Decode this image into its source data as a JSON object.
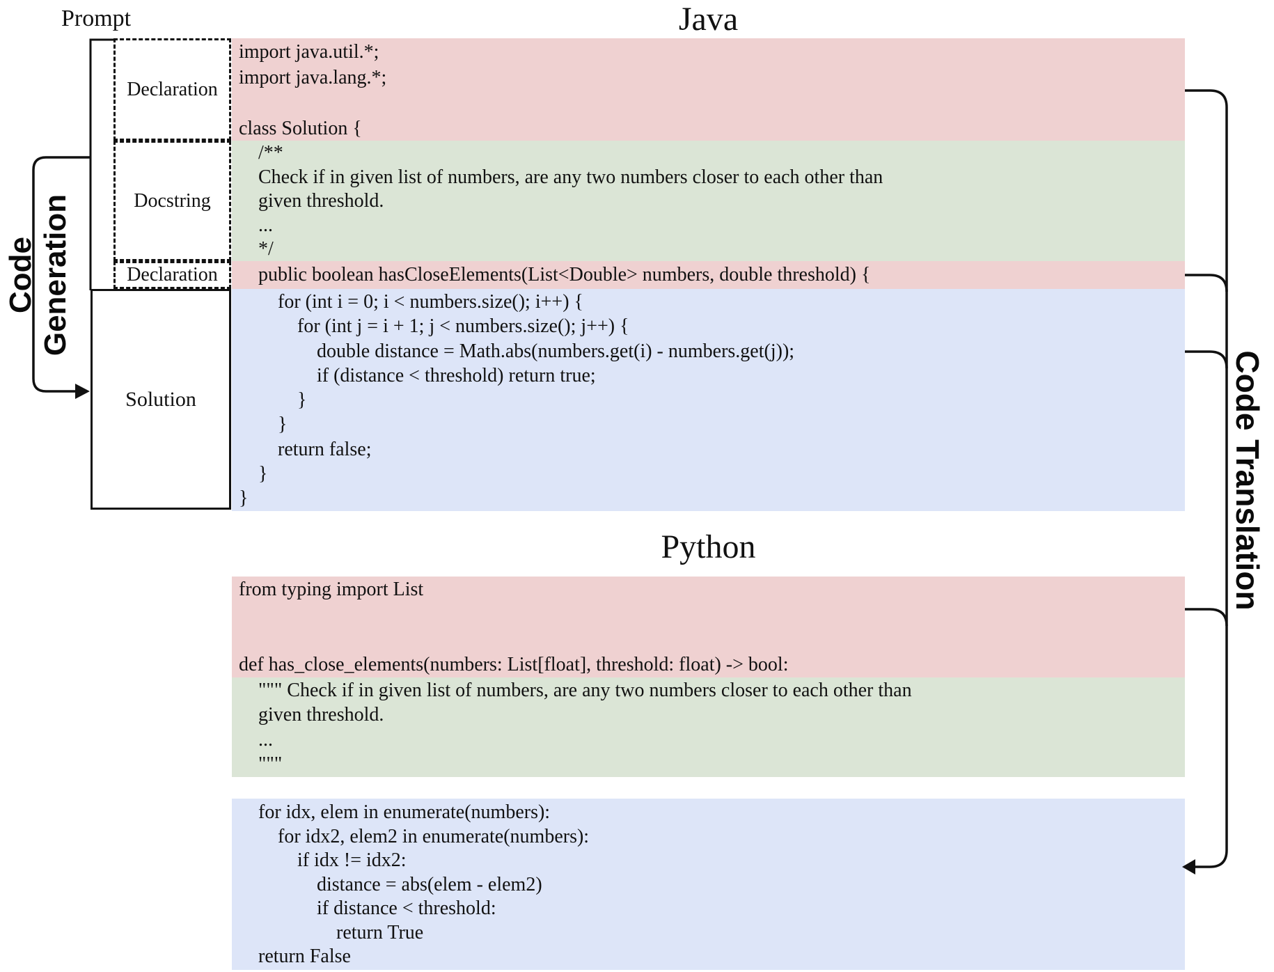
{
  "titles": {
    "java": "Java",
    "python": "Python"
  },
  "labels": {
    "prompt": "Prompt",
    "declaration1": "Declaration",
    "docstring": "Docstring",
    "declaration2": "Declaration",
    "solution": "Solution",
    "code_generation_line1": "Code",
    "code_generation_line2": "Generation",
    "code_translation": "Code Translation"
  },
  "colors": {
    "declaration_bg": "#efd1d1",
    "docstring_bg": "#dbe5d6",
    "solution_bg": "#dde5f8",
    "line_color": "#111111"
  },
  "java": {
    "declaration_lines": [
      {
        "indent": 0,
        "text": "import java.util.*;"
      },
      {
        "indent": 0,
        "text": "import java.lang.*;"
      },
      {
        "indent": 0,
        "text": ""
      },
      {
        "indent": 0,
        "text": "class Solution {"
      }
    ],
    "docstring_lines": [
      {
        "indent": 1,
        "text": "/**"
      },
      {
        "indent": 1,
        "text": "Check if in given list of numbers, are any two numbers closer to each other than"
      },
      {
        "indent": 1,
        "text": "given threshold."
      },
      {
        "indent": 1,
        "text": "..."
      },
      {
        "indent": 1,
        "text": "*/"
      }
    ],
    "method_declaration_lines": [
      {
        "indent": 1,
        "text": "public boolean hasCloseElements(List<Double> numbers, double threshold) {"
      }
    ],
    "solution_lines": [
      {
        "indent": 2,
        "text": "for (int i = 0; i < numbers.size(); i++) {"
      },
      {
        "indent": 3,
        "text": "for (int j = i + 1; j < numbers.size(); j++) {"
      },
      {
        "indent": 4,
        "text": "double distance = Math.abs(numbers.get(i) - numbers.get(j));"
      },
      {
        "indent": 4,
        "text": "if (distance < threshold) return true;"
      },
      {
        "indent": 3,
        "text": "}"
      },
      {
        "indent": 2,
        "text": "}"
      },
      {
        "indent": 2,
        "text": "return false;"
      },
      {
        "indent": 1,
        "text": "}"
      },
      {
        "indent": 0,
        "text": "}"
      }
    ]
  },
  "python": {
    "declaration_lines": [
      {
        "indent": 0,
        "text": "from typing import List"
      },
      {
        "indent": 0,
        "text": ""
      },
      {
        "indent": 0,
        "text": ""
      },
      {
        "indent": 0,
        "text": "def has_close_elements(numbers: List[float], threshold: float) -> bool:"
      }
    ],
    "docstring_lines": [
      {
        "indent": 1,
        "text": "\"\"\" Check if in given list of numbers, are any two numbers closer to each other than"
      },
      {
        "indent": 1,
        "text": "given threshold."
      },
      {
        "indent": 1,
        "text": "..."
      },
      {
        "indent": 1,
        "text": "\"\"\""
      }
    ],
    "solution_lines": [
      {
        "indent": 1,
        "text": "for idx, elem in enumerate(numbers):"
      },
      {
        "indent": 2,
        "text": "for idx2, elem2 in enumerate(numbers):"
      },
      {
        "indent": 3,
        "text": "if idx != idx2:"
      },
      {
        "indent": 4,
        "text": "distance = abs(elem - elem2)"
      },
      {
        "indent": 4,
        "text": "if distance < threshold:"
      },
      {
        "indent": 5,
        "text": "return True"
      },
      {
        "indent": 1,
        "text": "return False"
      }
    ]
  }
}
